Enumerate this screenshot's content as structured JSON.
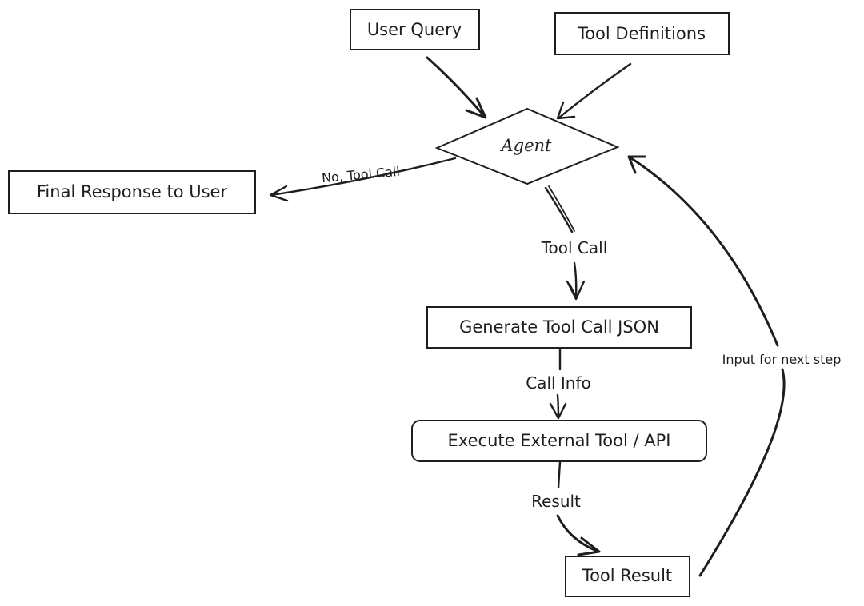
{
  "nodes": {
    "user_query": "User Query",
    "tool_definitions": "Tool Definitions",
    "agent": "Agent",
    "final_response": "Final Response to User",
    "generate_json": "Generate Tool Call JSON",
    "execute_tool": "Execute External Tool / API",
    "tool_result": "Tool Result"
  },
  "edges": {
    "no_tool_call": "No, Tool Call",
    "tool_call": "Tool Call",
    "call_info": "Call Info",
    "result": "Result",
    "input_next": "Input for next step"
  },
  "colors": {
    "stroke": "#1e1e1e",
    "background": "#ffffff"
  }
}
